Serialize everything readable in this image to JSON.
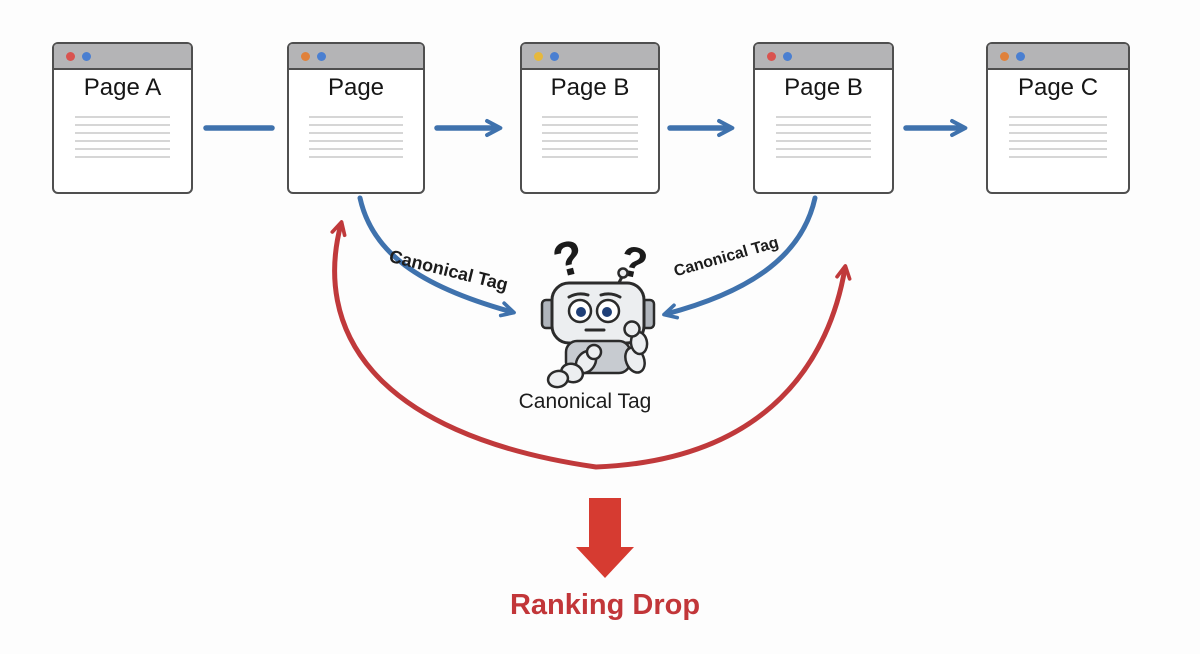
{
  "diagram": {
    "windows": [
      {
        "title": "Page A",
        "dots": [
          "#d9534f",
          "#4a7fd1"
        ]
      },
      {
        "title": "Page",
        "dots": [
          "#e0813a",
          "#4a7fd1"
        ]
      },
      {
        "title": "Page B",
        "dots": [
          "#e6b83c",
          "#4a7fd1"
        ]
      },
      {
        "title": "Page B",
        "dots": [
          "#d9534f",
          "#4a7fd1"
        ]
      },
      {
        "title": "Page C",
        "dots": [
          "#e0813a",
          "#4a7fd1"
        ]
      }
    ],
    "labels": {
      "canonical_left": "Canonical Tag",
      "canonical_right": "Canonical Tag",
      "robot_caption": "Canonical Tag",
      "ranking_drop": "Ranking Drop"
    },
    "robot": {
      "icon": "confused-robot-icon",
      "question_mark": "?"
    },
    "colors": {
      "arrow_blue": "#3f72ad",
      "arrow_red": "#c0393b",
      "block_arrow_red": "#d63b31",
      "ranking_text": "#c23639",
      "titlebar_gray": "#b4b4b6",
      "window_border": "#4f4f4f",
      "content_line": "#d6d6d6"
    }
  }
}
